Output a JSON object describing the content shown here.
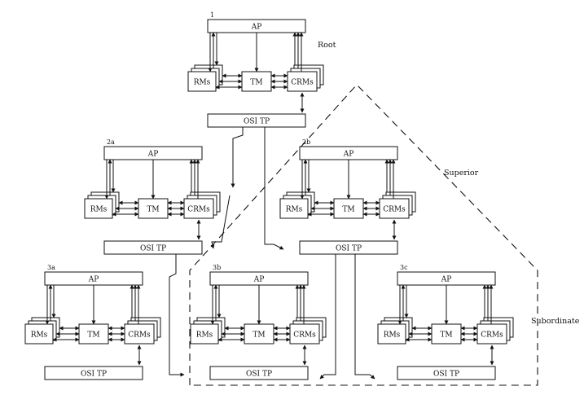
{
  "nodes": [
    {
      "id": "1",
      "labels": {
        "ap": "AP",
        "rms": "RMs",
        "tm": "TM",
        "crms": "CRMs",
        "osi": "OSI TP"
      }
    },
    {
      "id": "2a",
      "labels": {
        "ap": "AP",
        "rms": "RMs",
        "tm": "TM",
        "crms": "CRMs",
        "osi": "OSI TP"
      }
    },
    {
      "id": "2b",
      "labels": {
        "ap": "AP",
        "rms": "RMs",
        "tm": "TM",
        "crms": "CRMs",
        "osi": "OSI TP"
      }
    },
    {
      "id": "3a",
      "labels": {
        "ap": "AP",
        "rms": "RMs",
        "tm": "TM",
        "crms": "CRMs",
        "osi": "OSI TP"
      }
    },
    {
      "id": "3b",
      "labels": {
        "ap": "AP",
        "rms": "RMs",
        "tm": "TM",
        "crms": "CRMs",
        "osi": "OSI TP"
      }
    },
    {
      "id": "3c",
      "labels": {
        "ap": "AP",
        "rms": "RMs",
        "tm": "TM",
        "crms": "CRMs",
        "osi": "OSI TP"
      }
    }
  ],
  "regions": {
    "root": "Root",
    "superior": "Superior",
    "subordinate": "Subordinate"
  },
  "colors": {
    "ink": "#111111",
    "background": "#ffffff"
  }
}
